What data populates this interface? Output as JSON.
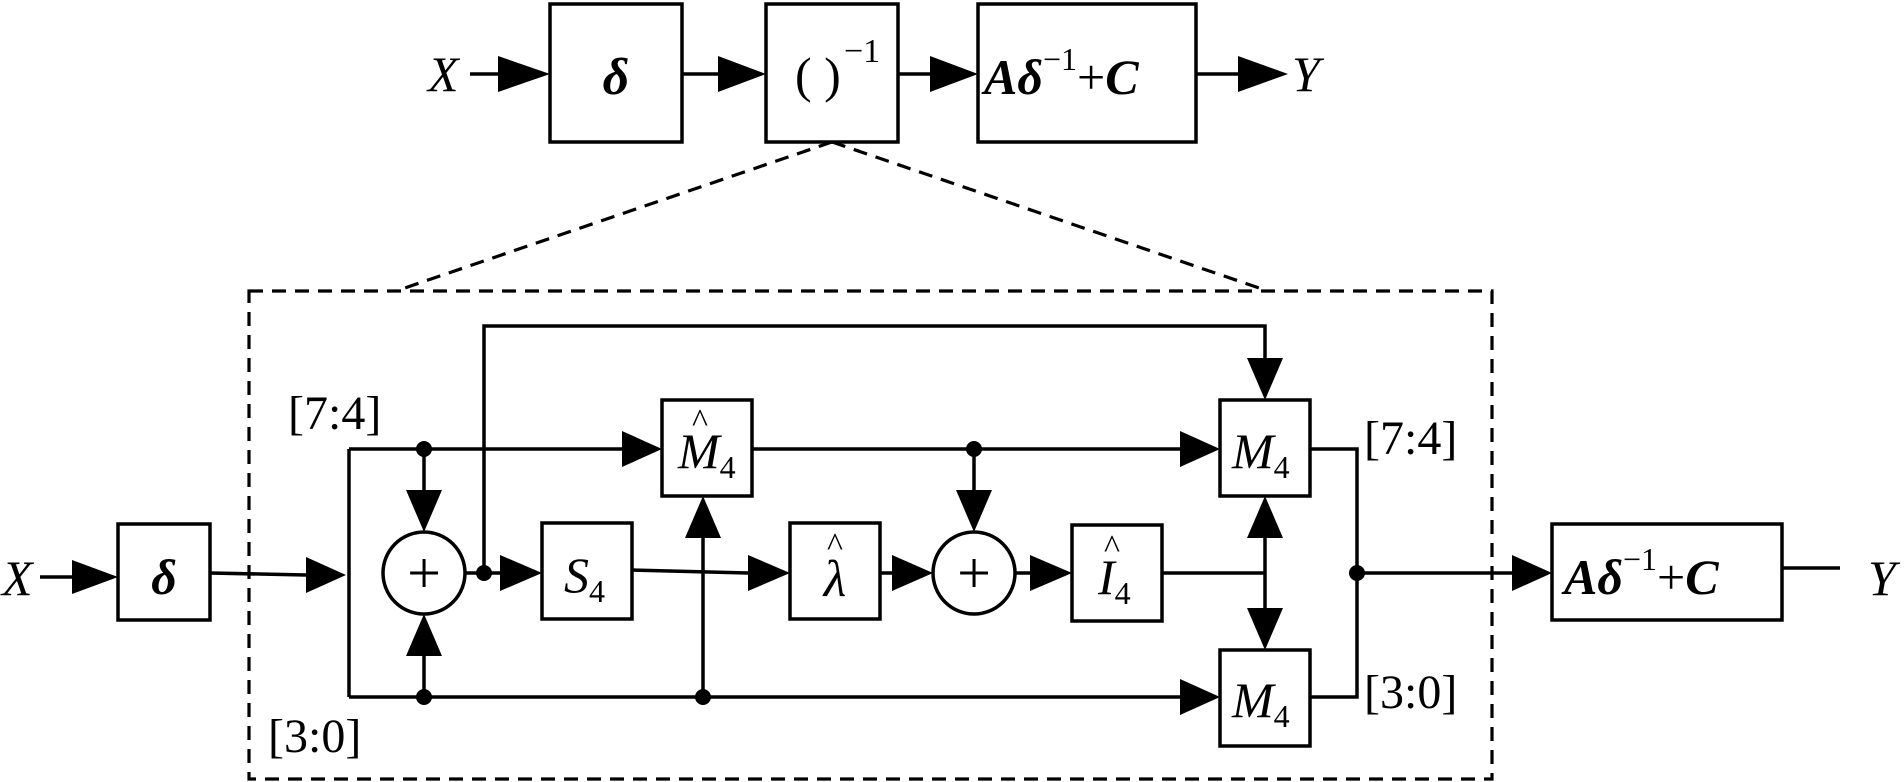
{
  "top_chain": {
    "input": "X",
    "output": "Y",
    "delta": "δ",
    "inverse_open": "( )",
    "inverse_sup": "−1",
    "affine_A": "A",
    "affine_delta": "δ",
    "affine_sup": "−1",
    "affine_plus": "+",
    "affine_C": "C"
  },
  "bottom_chain": {
    "input": "X",
    "output": "Y",
    "delta": "δ",
    "affine_A": "A",
    "affine_delta": "δ",
    "affine_sup": "−1",
    "affine_plus": "+",
    "affine_C": "C"
  },
  "inversion": {
    "label_high_in": "[7:4]",
    "label_low_in": "[3:0]",
    "label_high_out": "[7:4]",
    "label_low_out": "[3:0]",
    "xor_symbol": "+",
    "s4_base": "S",
    "s4_sub": "4",
    "mhat_base": "M",
    "mhat_sub": "4",
    "hat": "^",
    "lambda": "λ",
    "ihat_base": "I",
    "ihat_sub": "4",
    "m4_top_base": "M",
    "m4_top_sub": "4",
    "m4_bot_base": "M",
    "m4_bot_sub": "4"
  }
}
